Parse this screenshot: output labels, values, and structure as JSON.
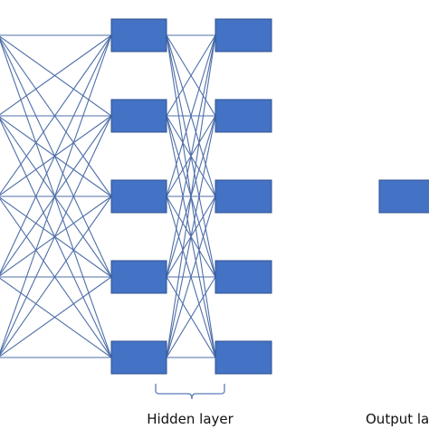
{
  "diagram": {
    "hidden_label": "Hidden layer",
    "output_label": "Output la",
    "colors": {
      "node_fill": "#4472C4",
      "node_stroke": "#2F528F",
      "edge": "#4F6FA8",
      "brace": "#5B7DB8"
    },
    "layers": [
      {
        "name": "input",
        "node_count": 5
      },
      {
        "name": "hidden-1",
        "node_count": 5
      },
      {
        "name": "hidden-2",
        "node_count": 5
      },
      {
        "name": "output",
        "node_count": 1
      }
    ]
  }
}
